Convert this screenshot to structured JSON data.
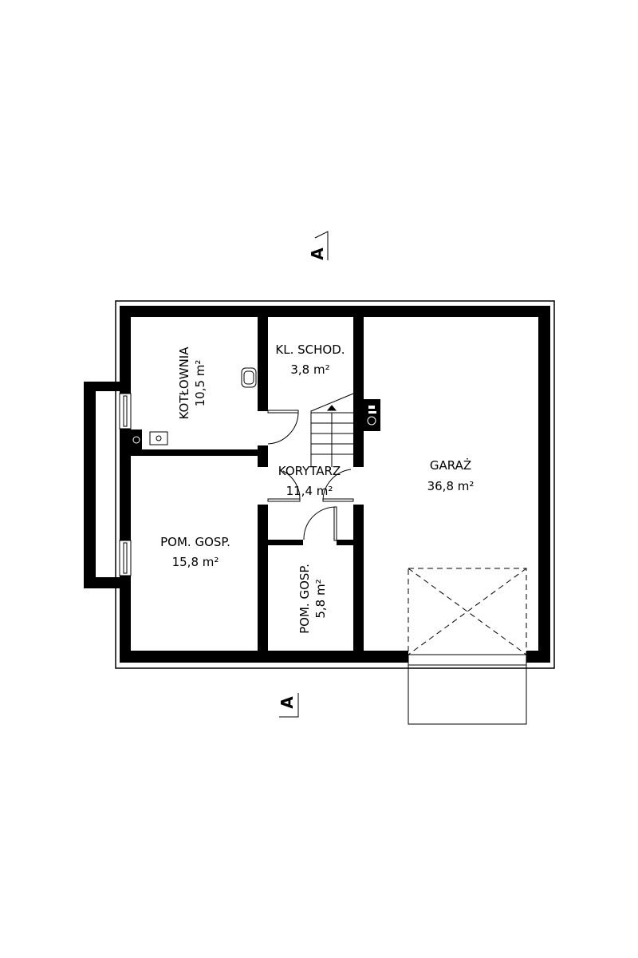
{
  "plan": {
    "wall_color": "#000000",
    "background": "#ffffff",
    "section_marker": "A",
    "rooms": [
      {
        "name": "KOTŁOWNIA",
        "area": "10,5 m²"
      },
      {
        "name": "KL. SCHOD.",
        "area": "3,8 m²"
      },
      {
        "name": "KORYTARZ",
        "area": "11,4 m²"
      },
      {
        "name": "GARAŻ",
        "area": "36,8 m²"
      },
      {
        "name": "POM. GOSP.",
        "area": "15,8 m²"
      },
      {
        "name": "POM. GOSP.",
        "area": "5,8 m²"
      }
    ]
  }
}
